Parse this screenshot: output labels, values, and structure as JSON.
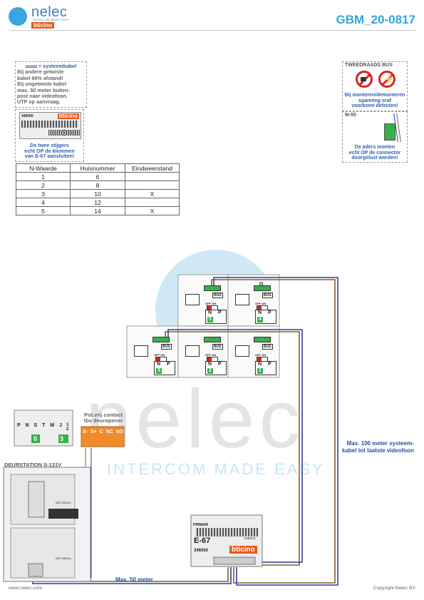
{
  "header": {
    "brand": "nelec",
    "brand_sub": "INTERCOM MADE EASY",
    "bticino": "bticino",
    "doc_number": "GBM_20-0817"
  },
  "note_cable": {
    "legend": "= systeemkabel",
    "lines": [
      "Bij andere getwiste",
      "kabel 66% afstand!",
      "Bij ongetwiste kabel",
      "max. 50 meter buiten-",
      "post naar videofoon.",
      "UTP op aanvraag."
    ]
  },
  "note_e67": {
    "module_code": "346050",
    "module_brand": "bticino",
    "caption": [
      "De twee stijgers",
      "echt OP de klemmen",
      "van E-67 aansluiten!"
    ]
  },
  "note_bus": {
    "title": "TWEEDRAADS BUS",
    "caption": [
      "Bij monteren/demonteren",
      "spanning eraf",
      "voorkomt defecten!"
    ]
  },
  "note_m50": {
    "title": "M-50",
    "caption": [
      "De aders moeten",
      "echt OP de connector",
      "doorgelust worden!"
    ]
  },
  "table": {
    "headers": [
      "N-Waarde",
      "Huisnummer",
      "Eindweerstand"
    ],
    "rows": [
      [
        "1",
        "6",
        ""
      ],
      [
        "2",
        "8",
        ""
      ],
      [
        "3",
        "10",
        "X"
      ],
      [
        "4",
        "12",
        ""
      ],
      [
        "5",
        "14",
        "X"
      ]
    ]
  },
  "diagram": {
    "videophones": [
      {
        "n": "5",
        "bus": "BUS",
        "off_on": "OFF ON",
        "n_lbl": "N",
        "p_lbl": "P"
      },
      {
        "n": "4",
        "bus": "BUS",
        "off_on": "OFF ON",
        "n_lbl": "N",
        "p_lbl": "P"
      },
      {
        "n": "3",
        "bus": "BUS",
        "off_on": "OFF ON",
        "n_lbl": "N",
        "p_lbl": "P"
      },
      {
        "n": "2",
        "bus": "BUS",
        "off_on": "OFF ON",
        "n_lbl": "N",
        "p_lbl": "P"
      },
      {
        "n": "1",
        "bus": "BUS",
        "off_on": "OFF ON",
        "n_lbl": "N",
        "p_lbl": "P"
      }
    ],
    "jumper_labels": [
      "P",
      "N",
      "S",
      "T",
      "M",
      "J",
      "1",
      "2"
    ],
    "jumper_values": [
      "0",
      "3"
    ],
    "contact_title": [
      "Pot.vrij contact",
      "tbv deuropener"
    ],
    "contact_terms": [
      "S-",
      "S+",
      "C",
      "NC",
      "NO"
    ],
    "door_station": "DEURSTATION S-131V",
    "art1": "ART.331101",
    "art2": "ART.332041",
    "e67": {
      "primary": "PRIMAIR",
      "name": "E-67",
      "code": "346050",
      "brand": "bticino",
      "ref": "C3B473"
    },
    "max100": [
      "Max. 100 meter systeem-",
      "kabel tot laatste videofoon"
    ],
    "max50": "Max. 50 meter",
    "watermark": "nelec",
    "watermark_tagline": "INTERCOM MADE EASY"
  },
  "footer": {
    "left": "www.nelec.com",
    "right": "Copyright Nelec BV"
  },
  "colors": {
    "accent": "#34a5dc",
    "orange": "#e55a1c",
    "bus_brown": "#8b5a2b",
    "bus_blue": "#2a3f9c",
    "green": "#38b048"
  }
}
